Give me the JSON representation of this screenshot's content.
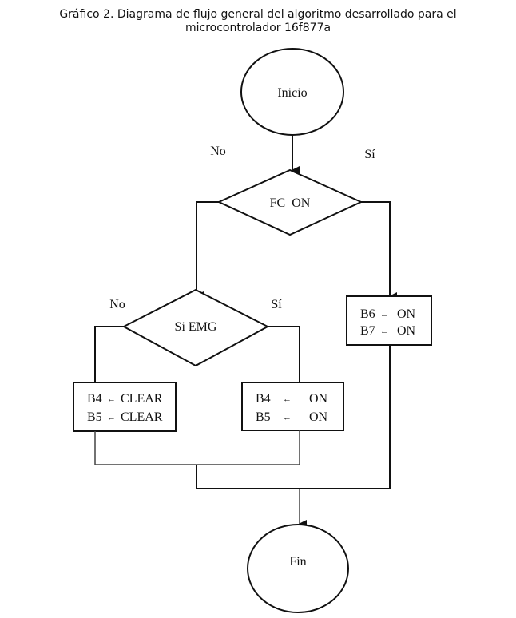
{
  "title": {
    "line1": "Gráfico 2. Diagrama de flujo general del algoritmo desarrollado para el",
    "line2": "microcontrolador 16f877a"
  },
  "nodes": {
    "start": {
      "type": "terminal",
      "label": "Inicio"
    },
    "decision_fc": {
      "type": "decision",
      "label": "FC  ON",
      "no_label": "No",
      "yes_label": "Sí"
    },
    "decision_emg": {
      "type": "decision",
      "label": "Si EMG",
      "no_label": "No",
      "yes_label": "Sí"
    },
    "process_b6b7": {
      "type": "process",
      "lines": [
        {
          "port": "B6",
          "arrow": "←",
          "value": "ON"
        },
        {
          "port": "B7",
          "arrow": "←",
          "value": "ON"
        }
      ]
    },
    "process_clear": {
      "type": "process",
      "lines": [
        {
          "port": "B4",
          "arrow": "←",
          "value": "CLEAR"
        },
        {
          "port": "B5",
          "arrow": "←",
          "value": "CLEAR"
        }
      ]
    },
    "process_on": {
      "type": "process",
      "lines": [
        {
          "port": "B4",
          "arrow": "←",
          "value": "ON"
        },
        {
          "port": "B5",
          "arrow": "←",
          "value": "ON"
        }
      ]
    },
    "end": {
      "type": "terminal",
      "label": "Fin"
    }
  },
  "edges": [
    {
      "from": "start",
      "to": "decision_fc"
    },
    {
      "from": "decision_fc",
      "to": "decision_emg",
      "label": "No"
    },
    {
      "from": "decision_fc",
      "to": "process_b6b7",
      "label": "Sí"
    },
    {
      "from": "decision_emg",
      "to": "process_clear",
      "label": "No"
    },
    {
      "from": "decision_emg",
      "to": "process_on",
      "label": "Sí"
    },
    {
      "from": "process_clear",
      "to": "end"
    },
    {
      "from": "process_on",
      "to": "end"
    },
    {
      "from": "process_b6b7",
      "to": "end"
    }
  ]
}
